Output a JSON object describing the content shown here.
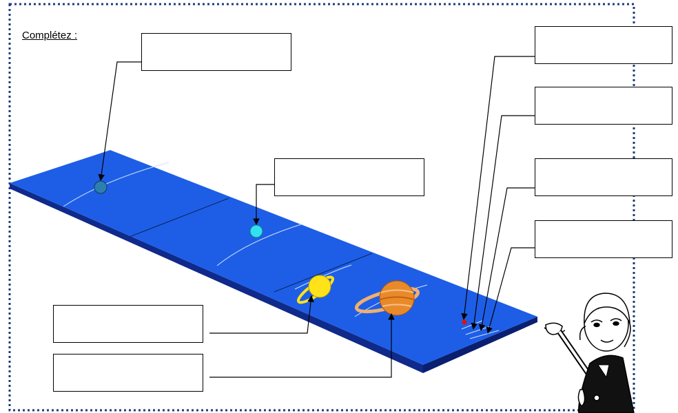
{
  "worksheet": {
    "instruction": "Complétez :",
    "answer_boxes": [
      {
        "id": "box-top-left",
        "value": ""
      },
      {
        "id": "box-middle",
        "value": ""
      },
      {
        "id": "box-bottom-left-1",
        "value": ""
      },
      {
        "id": "box-bottom-left-2",
        "value": ""
      },
      {
        "id": "box-right-1",
        "value": ""
      },
      {
        "id": "box-right-2",
        "value": ""
      },
      {
        "id": "box-right-3",
        "value": ""
      },
      {
        "id": "box-right-4",
        "value": ""
      }
    ]
  },
  "colors": {
    "frame": "#1f3a7a",
    "board_top": "#1e5ee6",
    "board_side": "#0f2a8a",
    "orbit": "#cfe3ff",
    "planet_far": "#2e7fb0",
    "planet_mid": "#33e0f0",
    "planet_saturn_body": "#ffe21a",
    "planet_jupiter": "#e98a2a",
    "sun_dot": "#e01010"
  }
}
